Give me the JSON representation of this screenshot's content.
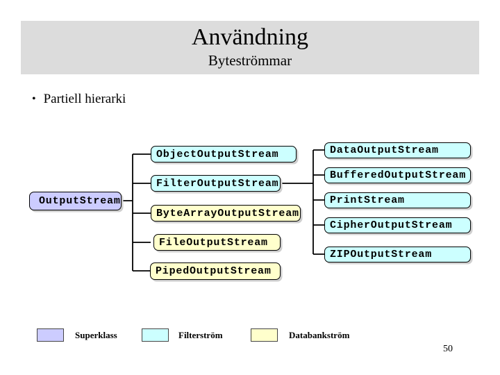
{
  "slide": {
    "title": "Användning",
    "subtitle": "Byteströmmar",
    "bullet_marker": "•",
    "bullet": "Partiell hierarki",
    "page_number": "50"
  },
  "colors": {
    "superclass": "#ccccff",
    "filter_stream": "#ccffff",
    "databank_stream": "#ffffcc",
    "header_background": "#dcdcdc"
  },
  "diagram": {
    "root": {
      "label": "OutputStream",
      "category": "superklass"
    },
    "children": [
      {
        "label": "ObjectOutputStream",
        "category": "filterström"
      },
      {
        "label": "FilterOutputStream",
        "category": "filterström",
        "children": [
          {
            "label": "DataOutputStream",
            "category": "filterström"
          },
          {
            "label": "BufferedOutputStream",
            "category": "filterström"
          },
          {
            "label": "PrintStream",
            "category": "filterström"
          },
          {
            "label": "CipherOutputStream",
            "category": "filterström"
          },
          {
            "label": "ZIPOutputStream",
            "category": "filterström"
          }
        ]
      },
      {
        "label": "ByteArrayOutputStream",
        "category": "databankström"
      },
      {
        "label": "FileOutputStream",
        "category": "databankström"
      },
      {
        "label": "PipedOutputStream",
        "category": "databankström"
      }
    ]
  },
  "legend": {
    "items": [
      {
        "label": "Superklass"
      },
      {
        "label": "Filterström"
      },
      {
        "label": "Databankström"
      }
    ]
  }
}
